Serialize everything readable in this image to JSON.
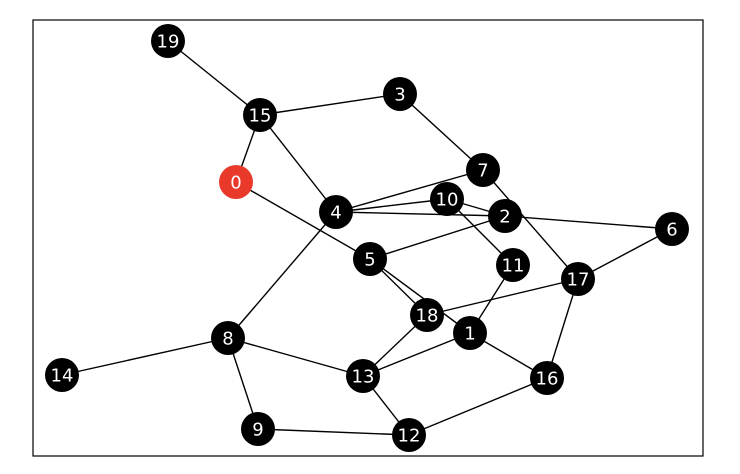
{
  "graph": {
    "colors": {
      "node": "#000000",
      "highlight": "#e8392b",
      "edge": "#000000",
      "label": "#ffffff"
    },
    "highlighted_node": "0",
    "nodes": [
      {
        "id": "0"
      },
      {
        "id": "1"
      },
      {
        "id": "2"
      },
      {
        "id": "3"
      },
      {
        "id": "4"
      },
      {
        "id": "5"
      },
      {
        "id": "6"
      },
      {
        "id": "7"
      },
      {
        "id": "8"
      },
      {
        "id": "9"
      },
      {
        "id": "10"
      },
      {
        "id": "11"
      },
      {
        "id": "12"
      },
      {
        "id": "13"
      },
      {
        "id": "14"
      },
      {
        "id": "15"
      },
      {
        "id": "16"
      },
      {
        "id": "17"
      },
      {
        "id": "18"
      },
      {
        "id": "19"
      }
    ],
    "edges": [
      [
        "19",
        "15"
      ],
      [
        "15",
        "3"
      ],
      [
        "15",
        "0"
      ],
      [
        "15",
        "4"
      ],
      [
        "3",
        "7"
      ],
      [
        "0",
        "5"
      ],
      [
        "4",
        "7"
      ],
      [
        "4",
        "10"
      ],
      [
        "4",
        "2"
      ],
      [
        "4",
        "8"
      ],
      [
        "7",
        "17"
      ],
      [
        "10",
        "2"
      ],
      [
        "10",
        "11"
      ],
      [
        "2",
        "6"
      ],
      [
        "2",
        "5"
      ],
      [
        "5",
        "18"
      ],
      [
        "5",
        "1"
      ],
      [
        "6",
        "17"
      ],
      [
        "17",
        "18"
      ],
      [
        "17",
        "16"
      ],
      [
        "11",
        "1"
      ],
      [
        "18",
        "13"
      ],
      [
        "1",
        "13"
      ],
      [
        "1",
        "16"
      ],
      [
        "8",
        "14"
      ],
      [
        "8",
        "13"
      ],
      [
        "8",
        "9"
      ],
      [
        "13",
        "12"
      ],
      [
        "9",
        "12"
      ],
      [
        "12",
        "16"
      ]
    ]
  }
}
